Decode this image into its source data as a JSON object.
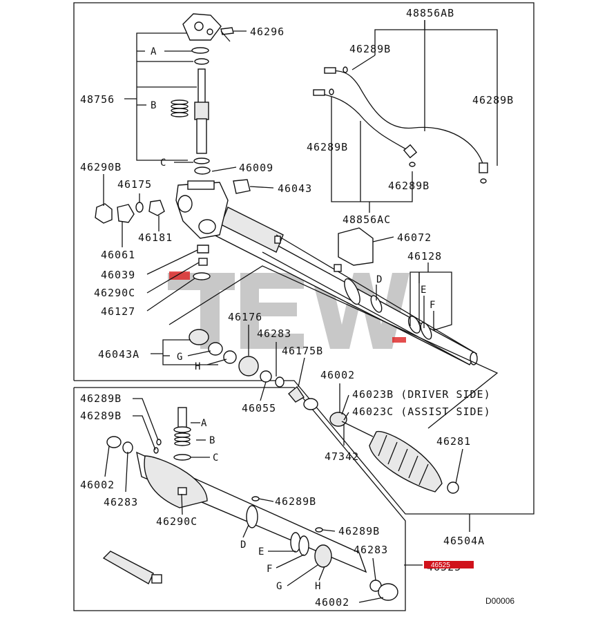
{
  "diagram_id": "D00006",
  "highlight_label": "46525",
  "parts_upper": {
    "p48856AB": "48856AB",
    "p46296": "46296",
    "p46289B_a": "46289B",
    "p46289B_b": "46289B",
    "p46289B_c": "46289B",
    "p46289B_d": "46289B",
    "p48756": "48756",
    "p46290B": "46290B",
    "p46009": "46009",
    "p46175": "46175",
    "p46043": "46043",
    "p48856AC": "48856AC",
    "p46061": "46061",
    "p46181": "46181",
    "p46072": "46072",
    "p46039": "46039",
    "p46128": "46128",
    "p46290C": "46290C",
    "p46127": "46127",
    "p46176": "46176",
    "p46283": "46283",
    "p46043A": "46043A",
    "p46175B": "46175B",
    "p46002": "46002",
    "p46055": "46055",
    "p46023B": "46023B (DRIVER SIDE)",
    "p46023C": "46023C (ASSIST SIDE)",
    "p47342": "47342",
    "p46281": "46281",
    "p46504A": "46504A"
  },
  "parts_lower": {
    "p46289B_e": "46289B",
    "p46289B_f": "46289B",
    "p46002_a": "46002",
    "p46283_a": "46283",
    "p46290C": "46290C",
    "p46289B_g": "46289B",
    "p46289B_h": "46289B",
    "p46283_b": "46283",
    "p46002_b": "46002"
  },
  "letters": {
    "A": "A",
    "B": "B",
    "C": "C",
    "D": "D",
    "E": "E",
    "F": "F",
    "G": "G",
    "H": "H"
  }
}
